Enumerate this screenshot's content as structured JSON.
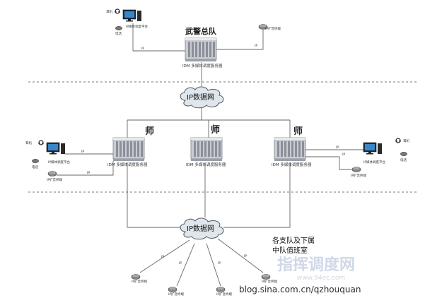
{
  "hq": {
    "title": "武警总队",
    "server_label": "IDM 多媒体调度服务器"
  },
  "ip_network": "IP数据网",
  "division": {
    "label": "师",
    "server_label": "IDM 多媒体调度服务器"
  },
  "subunits_label": [
    "各支队及下属",
    "中队值班室"
  ],
  "terminals": {
    "desk_label": "IP媒体调度平台",
    "phone_label": "IP扩音终端",
    "ip_phone_label": "IP扩音终端",
    "headset_label": "耳机",
    "telephone_label": "电话",
    "link_label": "IP"
  },
  "watermark": {
    "brand": "指挥调度网",
    "url": "www.94ec.com"
  },
  "blog_url": "blog.sina.com.cn/qzhouquan",
  "colors": {
    "server_body": "#c9ccd2",
    "server_dark": "#8b9098",
    "cloud_fill": "#dfe6ec",
    "cloud_stroke": "#5b6470"
  }
}
